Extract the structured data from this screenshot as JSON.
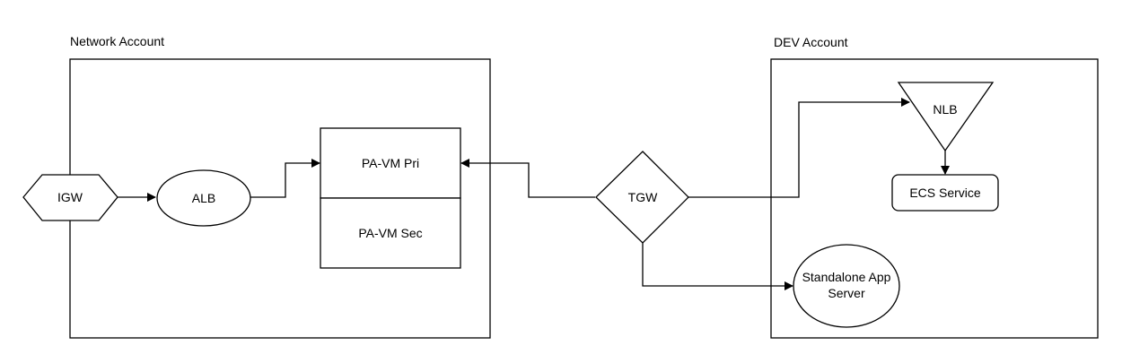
{
  "groups": {
    "network_account": {
      "title": "Network Account"
    },
    "dev_account": {
      "title": "DEV Account"
    }
  },
  "nodes": {
    "igw": {
      "label": "IGW",
      "shape": "hexagon"
    },
    "alb": {
      "label": "ALB",
      "shape": "ellipse"
    },
    "pa_vm_pri": {
      "label": "PA-VM Pri",
      "shape": "rectangle"
    },
    "pa_vm_sec": {
      "label": "PA-VM Sec",
      "shape": "rectangle"
    },
    "tgw": {
      "label": "TGW",
      "shape": "diamond"
    },
    "nlb": {
      "label": "NLB",
      "shape": "inverted-triangle"
    },
    "ecs_service": {
      "label": "ECS Service",
      "shape": "rounded-rectangle"
    },
    "standalone_app_server": {
      "label_line1": "Standalone App",
      "label_line2": "Server",
      "shape": "ellipse"
    }
  },
  "edges": [
    {
      "from": "igw",
      "to": "alb"
    },
    {
      "from": "alb",
      "to": "pa_vm_pri"
    },
    {
      "from": "tgw",
      "to": "pa_vm_pri"
    },
    {
      "from": "tgw",
      "to": "nlb"
    },
    {
      "from": "nlb",
      "to": "ecs_service"
    },
    {
      "from": "tgw",
      "to": "standalone_app_server"
    }
  ],
  "colors": {
    "stroke": "#000000",
    "fill": "#ffffff",
    "background": "#ffffff"
  }
}
